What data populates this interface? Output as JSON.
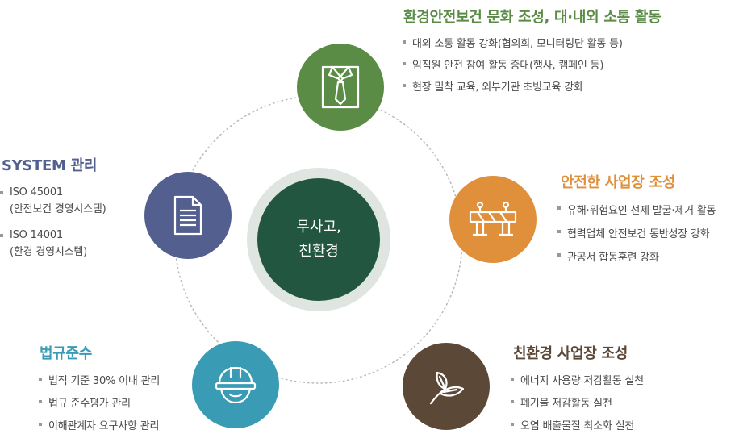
{
  "center": {
    "line1": "무사고,",
    "line2": "친환경"
  },
  "colors": {
    "top": "#5b8c46",
    "right": "#e08f3a",
    "bottom_right": "#5c4837",
    "bottom_left": "#3a9bb5",
    "left": "#525f8f",
    "center": "#235641"
  },
  "nodes": [
    {
      "id": "top",
      "icon": "shirt-tie-icon"
    },
    {
      "id": "right",
      "icon": "barricade-icon"
    },
    {
      "id": "bottom_right",
      "icon": "leaf-icon"
    },
    {
      "id": "bottom_left",
      "icon": "hard-hat-icon"
    },
    {
      "id": "left",
      "icon": "document-icon"
    }
  ],
  "sections": {
    "top": {
      "title": "환경안전보건 문화 조성, 대·내외 소통 활동",
      "items": [
        "대외 소통 활동 강화(협의회, 모니터링단 활동 등)",
        "임직원 안전 참여 활동 증대(행사, 캠페인 등)",
        "현장 밀착 교육, 외부기관 초빙교육 강화"
      ]
    },
    "right": {
      "title": "안전한 사업장 조성",
      "items": [
        "유해·위험요인 선제 발굴·제거 활동",
        "협력업체 안전보건 동반성장 강화",
        "관공서 합동훈련 강화"
      ]
    },
    "bottom_right": {
      "title": "친환경 사업장 조성",
      "items": [
        "에너지 사용량 저감활동 실천",
        "폐기물 저감활동 실천",
        "오염 배출물질 최소화 실천"
      ]
    },
    "bottom_left": {
      "title": "법규준수",
      "items": [
        "법적 기준 30% 이내 관리",
        "법규 준수평가 관리",
        "이해관계자 요구사항 관리"
      ]
    },
    "left": {
      "title": "SYSTEM 관리",
      "items": [
        {
          "line1": "ISO 45001",
          "line2": "(안전보건 경영시스템)"
        },
        {
          "line1": "ISO 14001",
          "line2": "(환경 경영시스템)"
        }
      ]
    }
  }
}
